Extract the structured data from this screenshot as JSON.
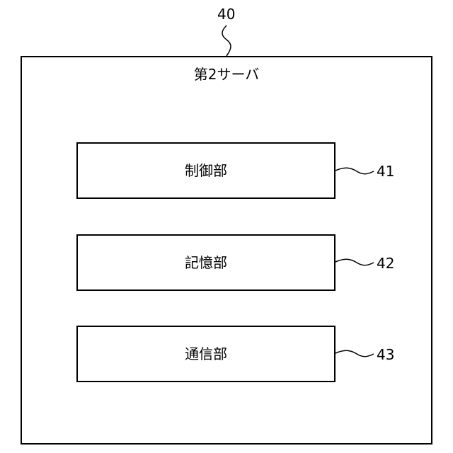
{
  "server": {
    "ref": "40",
    "title": "第2サーバ"
  },
  "units": [
    {
      "label": "制御部",
      "ref": "41"
    },
    {
      "label": "記憶部",
      "ref": "42"
    },
    {
      "label": "通信部",
      "ref": "43"
    }
  ]
}
